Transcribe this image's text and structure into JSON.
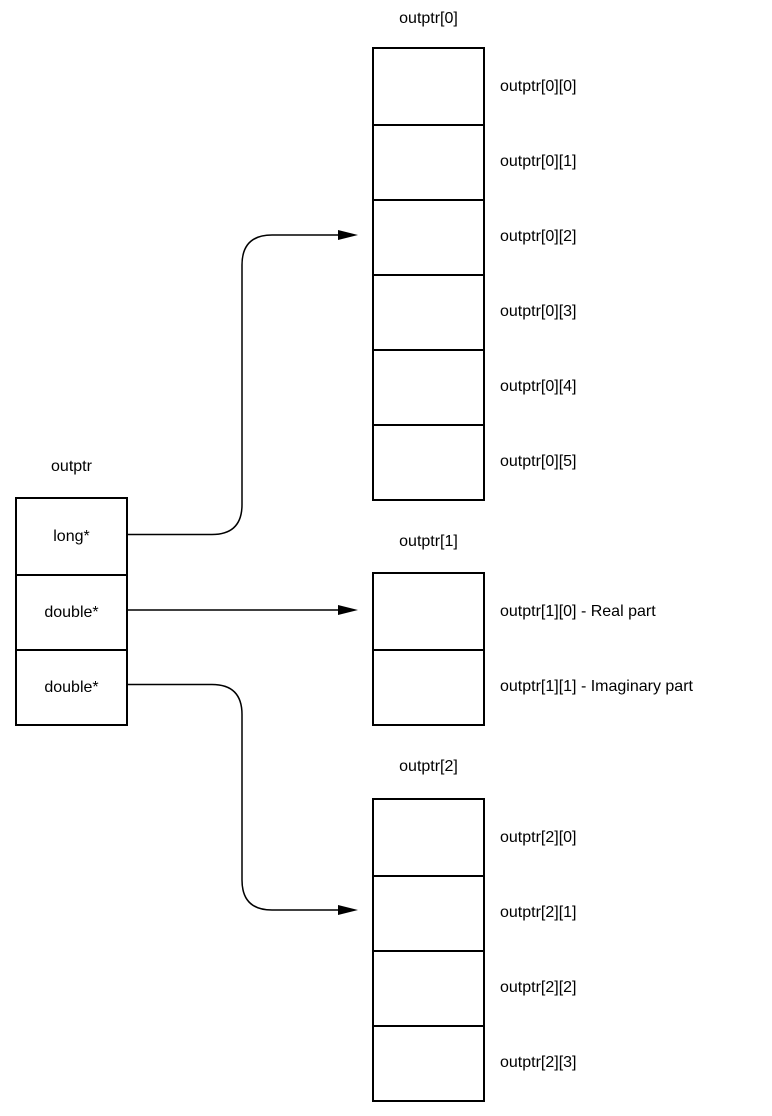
{
  "diagram": {
    "pointer_table": {
      "title": "outptr",
      "cells": [
        "long*",
        "double*",
        "double*"
      ]
    },
    "arrays": [
      {
        "title": "outptr[0]",
        "labels": [
          "outptr[0][0]",
          "outptr[0][1]",
          "outptr[0][2]",
          "outptr[0][3]",
          "outptr[0][4]",
          "outptr[0][5]"
        ]
      },
      {
        "title": "outptr[1]",
        "labels": [
          "outptr[1][0] - Real part",
          "outptr[1][1] - Imaginary part"
        ]
      },
      {
        "title": "outptr[2]",
        "labels": [
          "outptr[2][0]",
          "outptr[2][1]",
          "outptr[2][2]",
          "outptr[2][3]"
        ]
      }
    ],
    "colors": {
      "line": "#000000",
      "background": "#ffffff",
      "text": "#000000"
    }
  }
}
